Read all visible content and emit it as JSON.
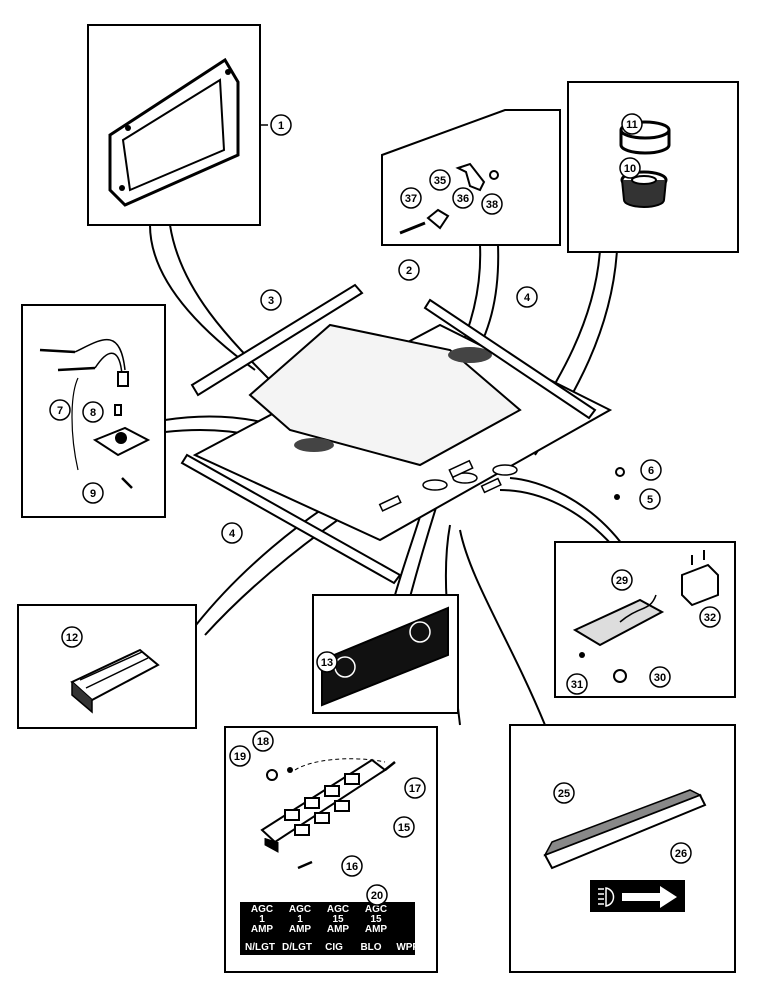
{
  "callouts": [
    "1",
    "2",
    "3",
    "4",
    "4",
    "5",
    "6",
    "7",
    "8",
    "9",
    "10",
    "11",
    "12",
    "13",
    "15",
    "16",
    "17",
    "18",
    "19",
    "20",
    "25",
    "26",
    "29",
    "30",
    "31",
    "32",
    "35",
    "36",
    "37",
    "38"
  ],
  "fuse_labels": {
    "ratings": [
      {
        "type": "AGC",
        "size": "1",
        "unit": "AMP"
      },
      {
        "type": "AGC",
        "size": "1",
        "unit": "AMP"
      },
      {
        "type": "AGC",
        "size": "15",
        "unit": "AMP"
      },
      {
        "type": "AGC",
        "size": "15",
        "unit": "AMP"
      }
    ],
    "circuits": [
      "N/LGT",
      "D/LGT",
      "CIG",
      "BLO",
      "WPR"
    ]
  },
  "colors": {
    "ink": "#000000",
    "paper": "#ffffff"
  },
  "icons": [
    "headlight-icon",
    "arrow-right-icon"
  ]
}
